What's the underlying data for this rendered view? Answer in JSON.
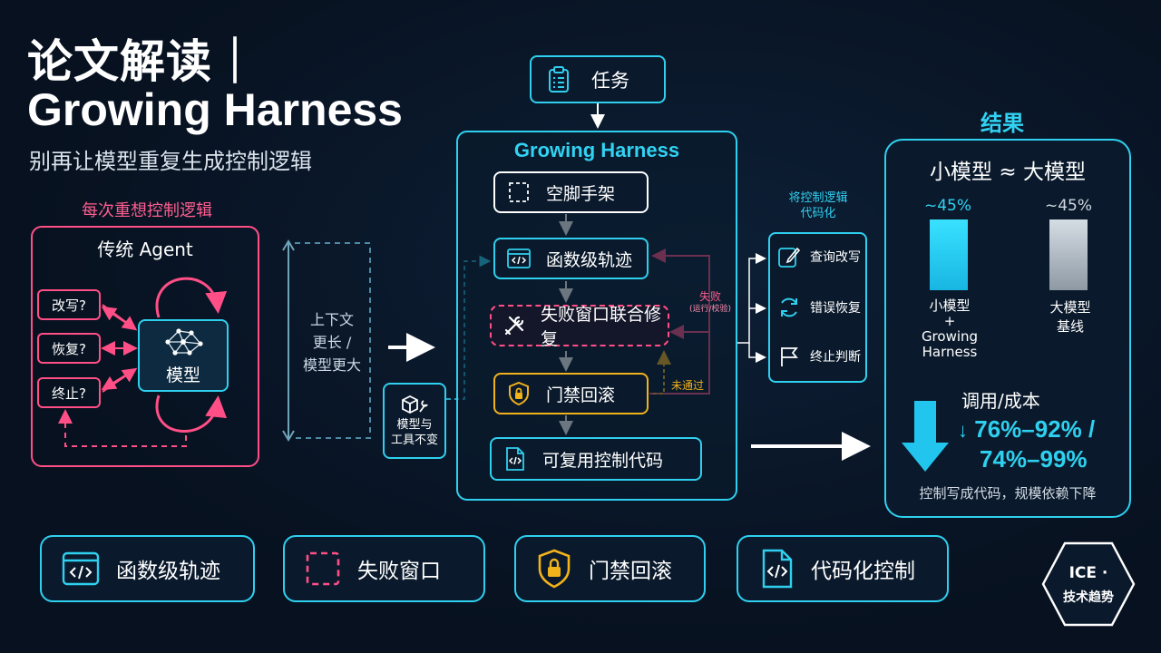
{
  "header": {
    "title_line1": "论文解读｜",
    "title_line2": "Growing Harness",
    "subtitle": "别再让模型重复生成控制逻辑"
  },
  "left": {
    "caption": "每次重想控制逻辑",
    "panel_title": "传统 Agent",
    "questions": [
      "改写?",
      "恢复?",
      "终止?"
    ],
    "model_label": "模型"
  },
  "context": {
    "label": "上下文\n更长 /\n模型更大"
  },
  "tools": {
    "label": "模型与\n工具不变"
  },
  "task": {
    "label": "任务"
  },
  "harness": {
    "title": "Growing Harness",
    "steps": [
      "空脚手架",
      "函数级轨迹",
      "失败窗口联合修复",
      "门禁回滚",
      "可复用控制代码"
    ],
    "fail_label": "失败",
    "fail_sub": "(运行/校验)",
    "notpass_label": "未通过"
  },
  "codify": {
    "caption": "将控制逻辑\n代码化",
    "items": [
      "查询改写",
      "错误恢复",
      "终止判断"
    ]
  },
  "results": {
    "header": "结果",
    "compare_title": "小模型 ≈ 大模型",
    "bars": [
      {
        "value_label": "~45%",
        "name": "小模型\n+\nGrowing\nHarness",
        "value": 45,
        "color": "#22d3f3"
      },
      {
        "value_label": "~45%",
        "name": "大模型\n基线",
        "value": 45,
        "color": "#b8c2cc"
      }
    ],
    "cost_title": "调用/成本",
    "cost_line1": "76%–92% /",
    "cost_line2": "74%–99%",
    "cost_note": "控制写成代码，规模依赖下降"
  },
  "features": [
    "函数级轨迹",
    "失败窗口",
    "门禁回滚",
    "代码化控制"
  ],
  "brand": {
    "line1": "ICE ·",
    "line2": "技术趋势"
  },
  "colors": {
    "cyan": "#2fd0ef",
    "pink": "#ff4f86",
    "gold": "#f2b21c",
    "bg": "#07111f"
  }
}
